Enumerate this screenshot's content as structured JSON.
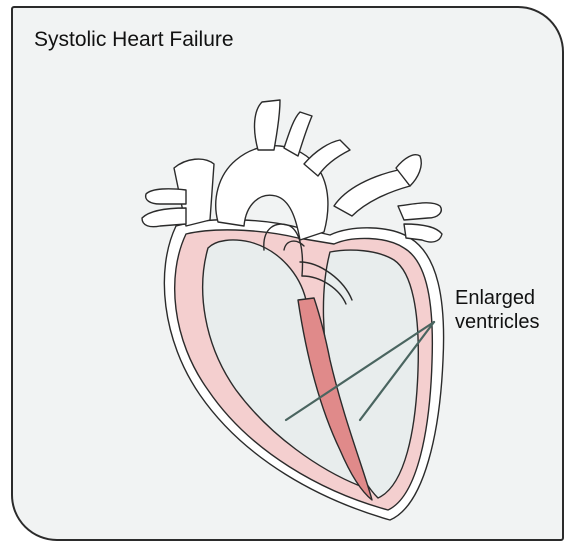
{
  "title": "Systolic Heart Failure",
  "callout": {
    "line1": "Enlarged",
    "line2": "ventricles"
  },
  "colors": {
    "card_bg": "#f1f3f3",
    "outline": "#2b2b2b",
    "wall_pink": "#f4cfcf",
    "septum_red": "#e08a8a",
    "chamber": "#e8eded",
    "pointer": "#4a6560"
  }
}
